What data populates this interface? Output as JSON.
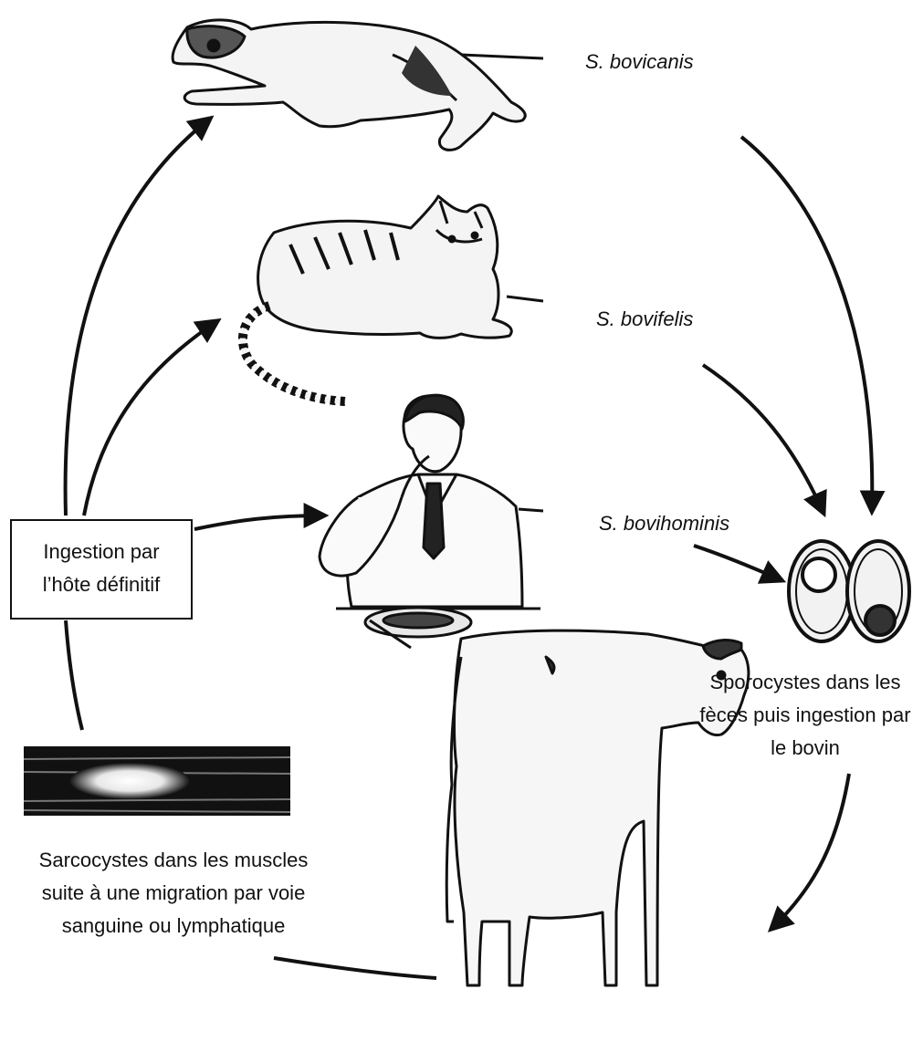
{
  "hosts": {
    "dog": {
      "species": "S. bovicanis"
    },
    "cat": {
      "species": "S. bovifelis"
    },
    "human": {
      "species": "S. bovihominis"
    }
  },
  "ingestion_box": {
    "line1": "Ingestion par",
    "line2": "l’hôte définitif"
  },
  "sporocysts_caption": {
    "line1": "Sporocystes dans les",
    "line2": "fèces puis ingestion par",
    "line3": "le bovin"
  },
  "sarcocysts_caption": {
    "line1": "Sarcocystes dans les muscles",
    "line2": "suite à une migration par voie",
    "line3": "sanguine ou lymphatique"
  }
}
